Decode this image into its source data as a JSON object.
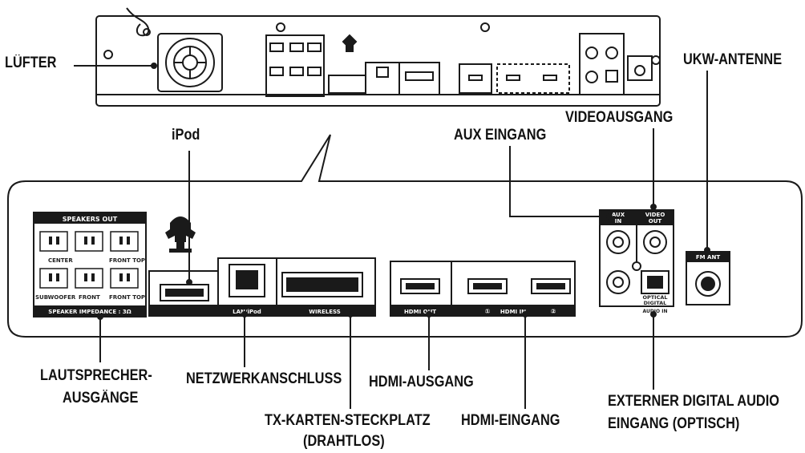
{
  "callouts": {
    "fan": "LÜFTER",
    "fm_antenna": "UKW-ANTENNE",
    "ipod": "iPod",
    "aux_in": "AUX EINGANG",
    "video_out": "VIDEOAUSGANG",
    "speaker_out_1": "LAUTSPRECHER-",
    "speaker_out_2": "AUSGÄNGE",
    "network": "NETZWERKANSCHLUSS",
    "hdmi_out": "HDMI-AUSGANG",
    "tx_card_1": "TX-KARTEN-STECKPLATZ",
    "tx_card_2": "(DRAHTLOS)",
    "hdmi_in": "HDMI-EINGANG",
    "optical_1": "EXTERNER DIGITAL AUDIO",
    "optical_2": "EINGANG (OPTISCH)"
  },
  "panel": {
    "speakers_out": "SPEAKERS OUT",
    "center": "CENTER",
    "front_top_r": "FRONT TOP",
    "subwoofer": "SUBWOOFER",
    "front": "FRONT",
    "front_top": "FRONT TOP",
    "speaker_impedance": "SPEAKER IMPEDANCE : 3Ω",
    "lan_ipod": "LAN/iPod",
    "wireless": "WIRELESS",
    "hdmi_out": "HDMI OUT",
    "hdmi_in": "HDMI IN",
    "hdmi_in_1": "①",
    "hdmi_in_2": "②",
    "aux_in_1": "AUX",
    "aux_in_2": "IN",
    "video_out_1": "VIDEO",
    "video_out_2": "OUT",
    "optical_1": "OPTICAL",
    "optical_2": "DIGITAL",
    "optical_3": "AUDIO IN",
    "fm_ant": "FM ANT"
  },
  "colors": {
    "line": "#1a1a1a",
    "panel_fill": "#ffffff",
    "label_bg": "#1a1a1a"
  }
}
